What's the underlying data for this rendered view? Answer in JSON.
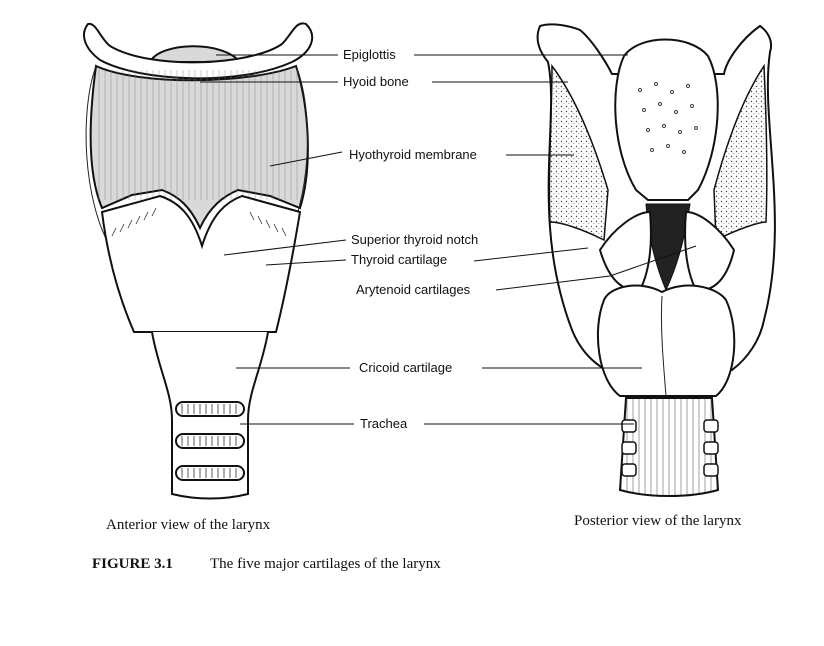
{
  "labels": {
    "epiglottis": "Epiglottis",
    "hyoid_bone": "Hyoid bone",
    "hyothyroid_membrane": "Hyothyroid membrane",
    "superior_thyroid_notch": "Superior thyroid notch",
    "thyroid_cartilage": "Thyroid cartilage",
    "arytenoid_cartilages": "Arytenoid cartilages",
    "cricoid_cartilage": "Cricoid cartilage",
    "trachea": "Trachea"
  },
  "captions": {
    "anterior": "Anterior view of the larynx",
    "posterior": "Posterior view of the larynx"
  },
  "figure": {
    "number": "FIGURE 3.1",
    "title": "The five major cartilages of the larynx"
  }
}
